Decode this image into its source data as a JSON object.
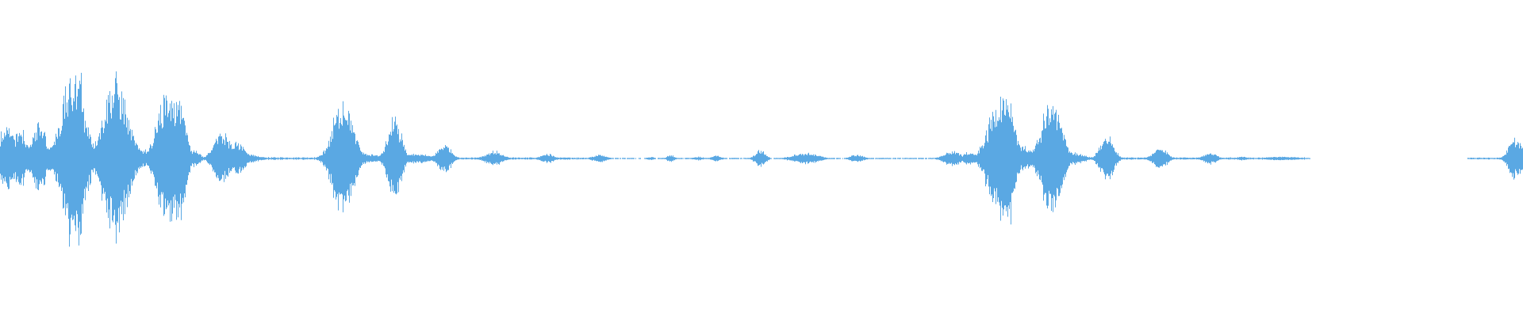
{
  "waveform": {
    "color": "#5aa8e3",
    "background": "#ffffff",
    "duration_units": 1920,
    "bursts": [
      {
        "center": 8,
        "half_width": 10,
        "amplitude": 0.35
      },
      {
        "center": 25,
        "half_width": 8,
        "amplitude": 0.32
      },
      {
        "center": 48,
        "half_width": 8,
        "amplitude": 0.42
      },
      {
        "center": 70,
        "half_width": 12,
        "amplitude": 0.18
      },
      {
        "center": 92,
        "half_width": 14,
        "amplitude": 0.88
      },
      {
        "center": 100,
        "half_width": 4,
        "amplitude": 1.0
      },
      {
        "center": 145,
        "half_width": 15,
        "amplitude": 0.85
      },
      {
        "center": 180,
        "half_width": 8,
        "amplitude": 0.1
      },
      {
        "center": 210,
        "half_width": 12,
        "amplitude": 0.72
      },
      {
        "center": 225,
        "half_width": 8,
        "amplitude": 0.7
      },
      {
        "center": 245,
        "half_width": 6,
        "amplitude": 0.1
      },
      {
        "center": 280,
        "half_width": 10,
        "amplitude": 0.28
      },
      {
        "center": 300,
        "half_width": 8,
        "amplitude": 0.18
      },
      {
        "center": 315,
        "half_width": 12,
        "amplitude": 0.04
      },
      {
        "center": 432,
        "half_width": 12,
        "amplitude": 0.64
      },
      {
        "center": 460,
        "half_width": 20,
        "amplitude": 0.05
      },
      {
        "center": 497,
        "half_width": 8,
        "amplitude": 0.48
      },
      {
        "center": 525,
        "half_width": 16,
        "amplitude": 0.05
      },
      {
        "center": 560,
        "half_width": 8,
        "amplitude": 0.16
      },
      {
        "center": 622,
        "half_width": 10,
        "amplitude": 0.08
      },
      {
        "center": 690,
        "half_width": 8,
        "amplitude": 0.05
      },
      {
        "center": 755,
        "half_width": 8,
        "amplitude": 0.04
      },
      {
        "center": 820,
        "half_width": 4,
        "amplitude": 0.02
      },
      {
        "center": 845,
        "half_width": 4,
        "amplitude": 0.04
      },
      {
        "center": 880,
        "half_width": 6,
        "amplitude": 0.02
      },
      {
        "center": 903,
        "half_width": 6,
        "amplitude": 0.03
      },
      {
        "center": 958,
        "half_width": 6,
        "amplitude": 0.09
      },
      {
        "center": 1015,
        "half_width": 15,
        "amplitude": 0.06
      },
      {
        "center": 1080,
        "half_width": 8,
        "amplitude": 0.04
      },
      {
        "center": 1200,
        "half_width": 10,
        "amplitude": 0.08
      },
      {
        "center": 1222,
        "half_width": 8,
        "amplitude": 0.07
      },
      {
        "center": 1262,
        "half_width": 14,
        "amplitude": 0.72
      },
      {
        "center": 1272,
        "half_width": 5,
        "amplitude": 0.78
      },
      {
        "center": 1290,
        "half_width": 10,
        "amplitude": 0.14
      },
      {
        "center": 1325,
        "half_width": 12,
        "amplitude": 0.62
      },
      {
        "center": 1350,
        "half_width": 14,
        "amplitude": 0.07
      },
      {
        "center": 1395,
        "half_width": 8,
        "amplitude": 0.26
      },
      {
        "center": 1462,
        "half_width": 8,
        "amplitude": 0.12
      },
      {
        "center": 1525,
        "half_width": 8,
        "amplitude": 0.06
      },
      {
        "center": 1565,
        "half_width": 6,
        "amplitude": 0.02
      },
      {
        "center": 1615,
        "half_width": 20,
        "amplitude": 0.02
      },
      {
        "center": 1910,
        "half_width": 8,
        "amplitude": 0.22
      }
    ],
    "noise_floor": [
      {
        "start": 0,
        "end": 400,
        "amplitude": 0.012
      },
      {
        "start": 420,
        "end": 740,
        "amplitude": 0.01
      },
      {
        "start": 745,
        "end": 1060,
        "amplitude": 0.006
      },
      {
        "start": 1070,
        "end": 1180,
        "amplitude": 0.006
      },
      {
        "start": 1190,
        "end": 1645,
        "amplitude": 0.01
      },
      {
        "start": 1850,
        "end": 1920,
        "amplitude": 0.008
      }
    ]
  }
}
